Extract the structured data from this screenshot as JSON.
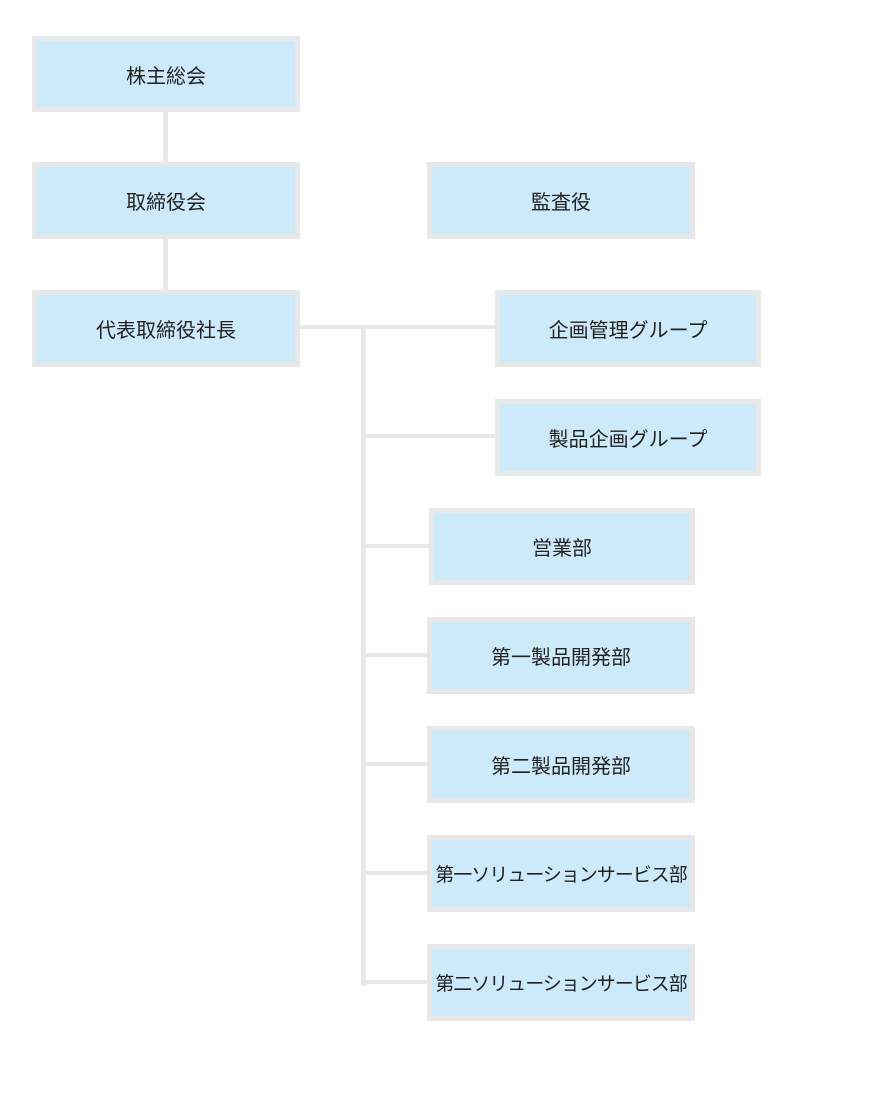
{
  "org_chart": {
    "shareholders_meeting": "株主総会",
    "board_of_directors": "取締役会",
    "auditor": "監査役",
    "president": "代表取締役社長",
    "departments": [
      "企画管理グループ",
      "製品企画グループ",
      "営業部",
      "第一製品開発部",
      "第二製品開発部",
      "第一ソリューションサービス部",
      "第二ソリューションサービス部"
    ]
  },
  "colors": {
    "box_fill": "#cdeafb",
    "box_border": "#e8e8e8",
    "connector": "#e8e8e8",
    "text": "#222222"
  }
}
